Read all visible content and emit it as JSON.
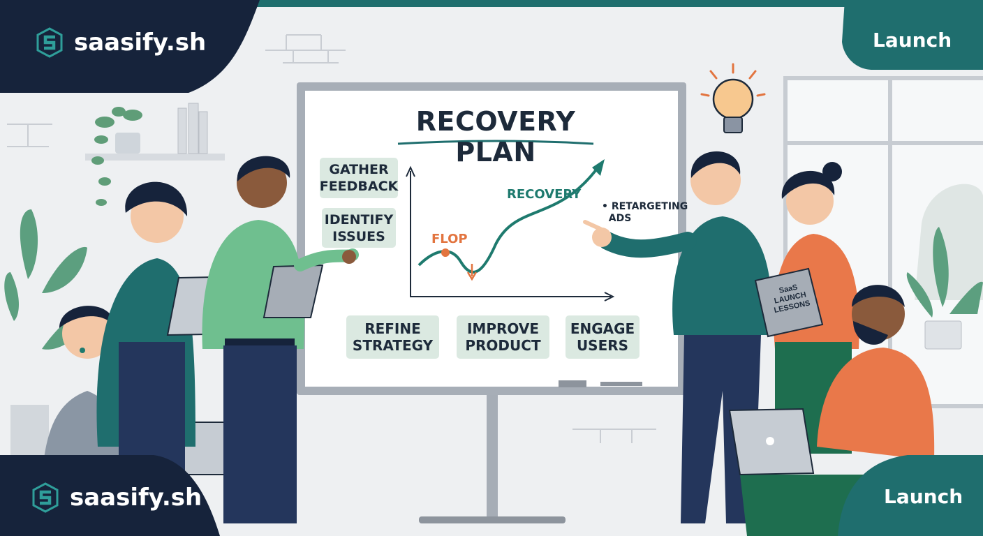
{
  "brand": {
    "name": "saasify.sh",
    "badge_label": "Launch",
    "logo_icon": "s-hexagon-logo-icon"
  },
  "board": {
    "title": "RECOVERY PLAN",
    "notes": {
      "gather": "GATHER\nFEEDBACK",
      "identify": "IDENTIFY\nISSUES",
      "refine": "REFINE\nSTRATEGY",
      "improve": "IMPROVE\nPRODUCT",
      "engage": "ENGAGE\nUSERS"
    },
    "chart_labels": {
      "recovery": "RECOVERY",
      "flop": "FLOP",
      "retargeting": "• RETARGETING\n  ADS"
    }
  },
  "book": {
    "text": "SaaS\nLAUNCH\nLESSONS"
  },
  "colors": {
    "navy": "#16233b",
    "teal": "#1f6e6e",
    "green_accent": "#1e7a6e",
    "orange_accent": "#e2743f",
    "note_bg": "#dbe9e1"
  }
}
